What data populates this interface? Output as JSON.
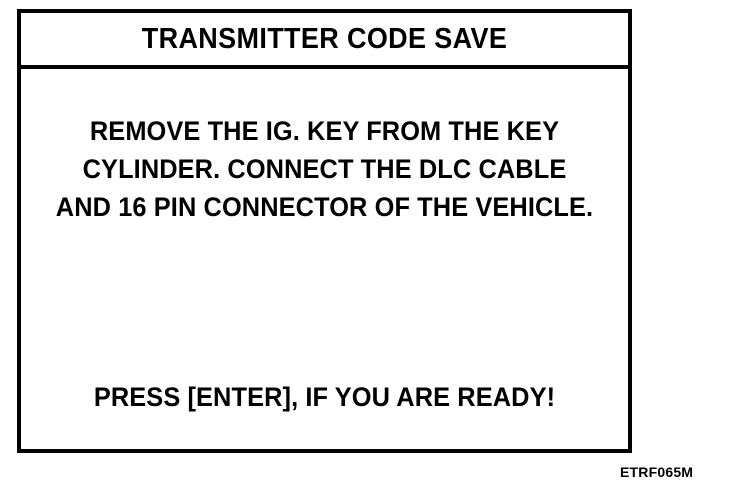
{
  "dialog": {
    "title": "TRANSMITTER CODE SAVE",
    "message_lines": [
      "REMOVE THE IG. KEY FROM THE KEY",
      "CYLINDER. CONNECT THE DLC CABLE",
      "AND 16 PIN CONNECTOR OF THE VEHICLE."
    ],
    "prompt": "PRESS [ENTER], IF YOU ARE READY!"
  },
  "figure": {
    "caption": "ETRF065M"
  },
  "colors": {
    "background": "#ffffff",
    "foreground": "#000000",
    "border": "#000000"
  }
}
